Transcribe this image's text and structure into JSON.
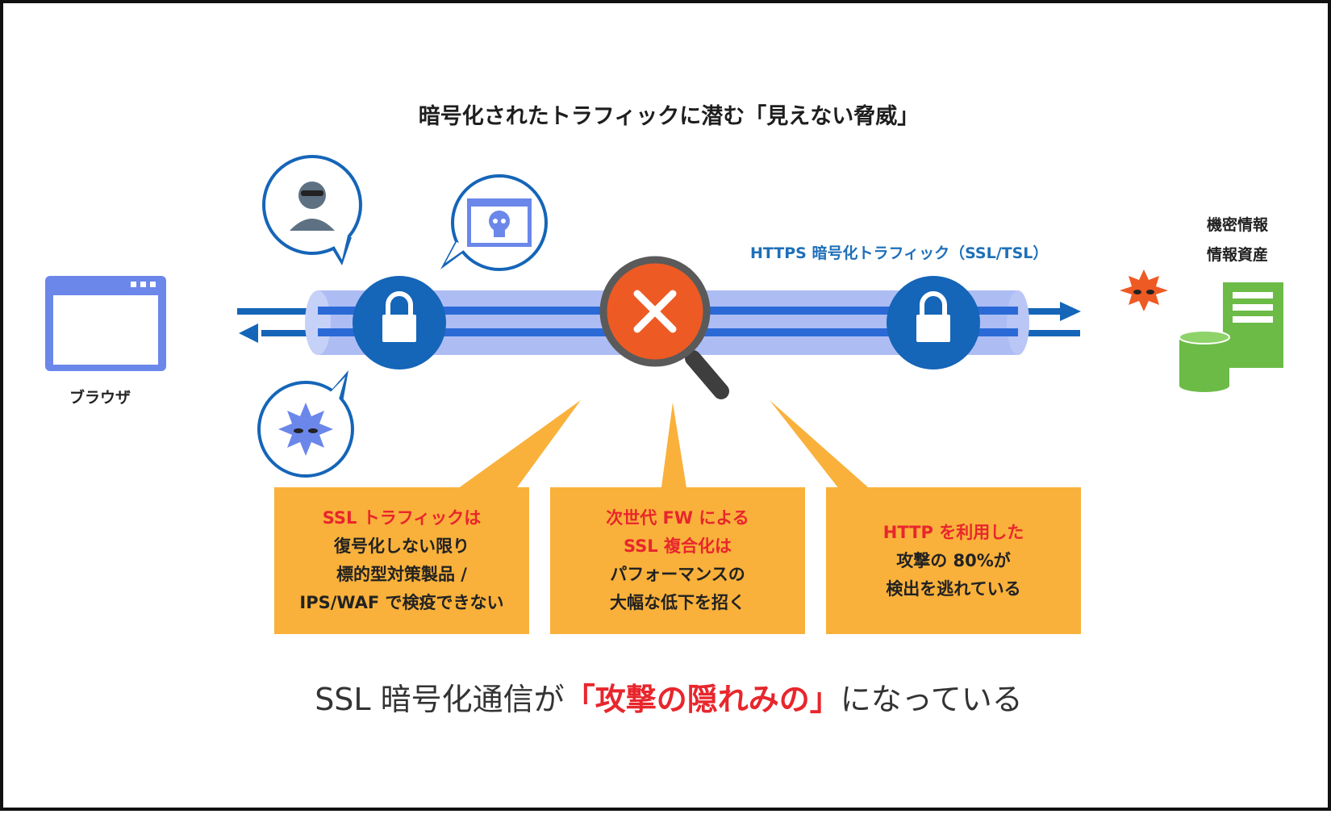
{
  "title": "暗号化されたトラフィックに潜む「見えない脅威」",
  "browser_label": "ブラウザ",
  "server_labels": [
    "機密情報",
    "情報資産"
  ],
  "https_label": "HTTPS 暗号化トラフィック（SSL/TSL）",
  "boxes": [
    {
      "highlight": [
        "SSL トラフィックは"
      ],
      "lines": [
        "復号化しない限り",
        "標的型対策製品 /",
        "IPS/WAF で検疫できない"
      ]
    },
    {
      "highlight": [
        "次世代 FW による",
        "SSL 複合化は"
      ],
      "lines": [
        "パフォーマンスの",
        "大幅な低下を招く"
      ]
    },
    {
      "highlight": [
        "HTTP を利用した"
      ],
      "lines": [
        "攻撃の 80%が",
        "検出を逃れている"
      ]
    }
  ],
  "caption": {
    "before": "SSL 暗号化通信が",
    "highlight": "「攻撃の隠れみの」",
    "after": "になっている"
  },
  "colors": {
    "tunnel": "#9fb1f2",
    "lock_circle": "#1565b8",
    "arrow": "#1565b8",
    "box": "#f9b13b",
    "highlight": "#e8262c",
    "x_circle": "#ee5a24",
    "server_green": "#6cbb47",
    "browser_blue": "#6b87ea"
  },
  "icons": [
    "browser-window-icon",
    "hacker-icon",
    "skull-warning-icon",
    "virus-icon",
    "lock-icon",
    "magnifier-x-icon",
    "server-data-icon"
  ]
}
